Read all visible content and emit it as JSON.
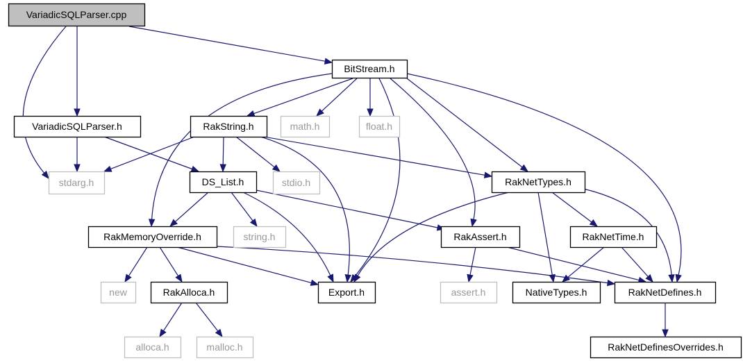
{
  "graph": {
    "nodes": [
      {
        "id": "variadicsqlparser-cpp",
        "label": "VariadicSQLParser.cpp",
        "style": "root"
      },
      {
        "id": "bitstream-h",
        "label": "BitStream.h",
        "style": "solid"
      },
      {
        "id": "variadicsqlparser-h",
        "label": "VariadicSQLParser.h",
        "style": "solid"
      },
      {
        "id": "rakstring-h",
        "label": "RakString.h",
        "style": "solid"
      },
      {
        "id": "math-h",
        "label": "math.h",
        "style": "missing"
      },
      {
        "id": "float-h",
        "label": "float.h",
        "style": "missing"
      },
      {
        "id": "stdarg-h",
        "label": "stdarg.h",
        "style": "missing"
      },
      {
        "id": "ds-list-h",
        "label": "DS_List.h",
        "style": "solid"
      },
      {
        "id": "stdio-h",
        "label": "stdio.h",
        "style": "missing"
      },
      {
        "id": "raknettypes-h",
        "label": "RakNetTypes.h",
        "style": "solid"
      },
      {
        "id": "rakmemoryoverride-h",
        "label": "RakMemoryOverride.h",
        "style": "solid"
      },
      {
        "id": "string-h",
        "label": "string.h",
        "style": "missing"
      },
      {
        "id": "rakassert-h",
        "label": "RakAssert.h",
        "style": "solid"
      },
      {
        "id": "raknettime-h",
        "label": "RakNetTime.h",
        "style": "solid"
      },
      {
        "id": "new",
        "label": "new",
        "style": "missing"
      },
      {
        "id": "rakalloca-h",
        "label": "RakAlloca.h",
        "style": "solid"
      },
      {
        "id": "export-h",
        "label": "Export.h",
        "style": "solid"
      },
      {
        "id": "assert-h",
        "label": "assert.h",
        "style": "missing"
      },
      {
        "id": "nativetypes-h",
        "label": "NativeTypes.h",
        "style": "solid"
      },
      {
        "id": "raknetdefines-h",
        "label": "RakNetDefines.h",
        "style": "solid"
      },
      {
        "id": "alloca-h",
        "label": "alloca.h",
        "style": "missing"
      },
      {
        "id": "malloc-h",
        "label": "malloc.h",
        "style": "missing"
      },
      {
        "id": "raknetdefinesoverrides-h",
        "label": "RakNetDefinesOverrides.h",
        "style": "solid"
      }
    ],
    "edges": [
      {
        "from": "variadicsqlparser-cpp",
        "to": "bitstream-h"
      },
      {
        "from": "variadicsqlparser-cpp",
        "to": "variadicsqlparser-h"
      },
      {
        "from": "variadicsqlparser-cpp",
        "to": "stdarg-h"
      },
      {
        "from": "bitstream-h",
        "to": "rakstring-h"
      },
      {
        "from": "bitstream-h",
        "to": "math-h"
      },
      {
        "from": "bitstream-h",
        "to": "float-h"
      },
      {
        "from": "bitstream-h",
        "to": "rakmemoryoverride-h"
      },
      {
        "from": "bitstream-h",
        "to": "export-h"
      },
      {
        "from": "bitstream-h",
        "to": "rakassert-h"
      },
      {
        "from": "bitstream-h",
        "to": "raknettypes-h"
      },
      {
        "from": "bitstream-h",
        "to": "raknetdefines-h"
      },
      {
        "from": "variadicsqlparser-h",
        "to": "stdarg-h"
      },
      {
        "from": "variadicsqlparser-h",
        "to": "ds-list-h"
      },
      {
        "from": "rakstring-h",
        "to": "stdarg-h"
      },
      {
        "from": "rakstring-h",
        "to": "ds-list-h"
      },
      {
        "from": "rakstring-h",
        "to": "stdio-h"
      },
      {
        "from": "rakstring-h",
        "to": "raknettypes-h"
      },
      {
        "from": "rakstring-h",
        "to": "export-h"
      },
      {
        "from": "ds-list-h",
        "to": "rakmemoryoverride-h"
      },
      {
        "from": "ds-list-h",
        "to": "string-h"
      },
      {
        "from": "ds-list-h",
        "to": "export-h"
      },
      {
        "from": "ds-list-h",
        "to": "rakassert-h"
      },
      {
        "from": "raknettypes-h",
        "to": "export-h"
      },
      {
        "from": "raknettypes-h",
        "to": "raknettime-h"
      },
      {
        "from": "raknettypes-h",
        "to": "nativetypes-h"
      },
      {
        "from": "raknettypes-h",
        "to": "raknetdefines-h"
      },
      {
        "from": "rakmemoryoverride-h",
        "to": "new"
      },
      {
        "from": "rakmemoryoverride-h",
        "to": "rakalloca-h"
      },
      {
        "from": "rakmemoryoverride-h",
        "to": "export-h"
      },
      {
        "from": "rakmemoryoverride-h",
        "to": "raknetdefines-h"
      },
      {
        "from": "rakassert-h",
        "to": "assert-h"
      },
      {
        "from": "rakassert-h",
        "to": "raknetdefines-h"
      },
      {
        "from": "raknettime-h",
        "to": "nativetypes-h"
      },
      {
        "from": "raknettime-h",
        "to": "raknetdefines-h"
      },
      {
        "from": "rakalloca-h",
        "to": "alloca-h"
      },
      {
        "from": "rakalloca-h",
        "to": "malloc-h"
      },
      {
        "from": "raknetdefines-h",
        "to": "raknetdefinesoverrides-h"
      }
    ]
  },
  "colors": {
    "edge": "#191970",
    "root_fill": "#bfbfbf",
    "node_border": "#000000",
    "missing_border": "#bfbfbf",
    "missing_text": "#999999"
  }
}
